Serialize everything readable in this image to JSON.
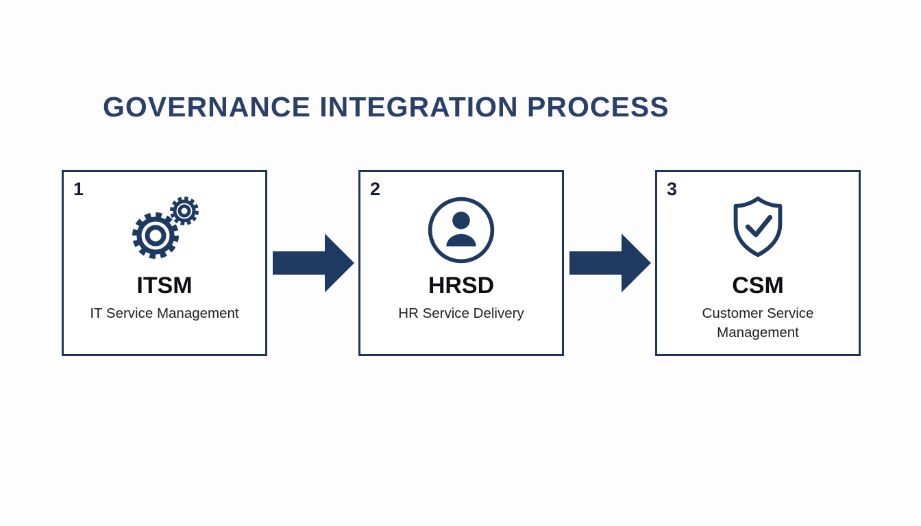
{
  "title": "GOVERNANCE INTEGRATION PROCESS",
  "colors": {
    "navy": "#1e3a63",
    "border_navy": "#1f3557",
    "title_navy": "#2a4069",
    "text_dark": "#0d0d12"
  },
  "steps": [
    {
      "number": "1",
      "icon": "gears-icon",
      "acronym": "ITSM",
      "label": "IT Service Management"
    },
    {
      "number": "2",
      "icon": "person-icon",
      "acronym": "HRSD",
      "label": "HR Service Delivery"
    },
    {
      "number": "3",
      "icon": "shield-check-icon",
      "acronym": "CSM",
      "label": "Customer Service Management"
    }
  ]
}
